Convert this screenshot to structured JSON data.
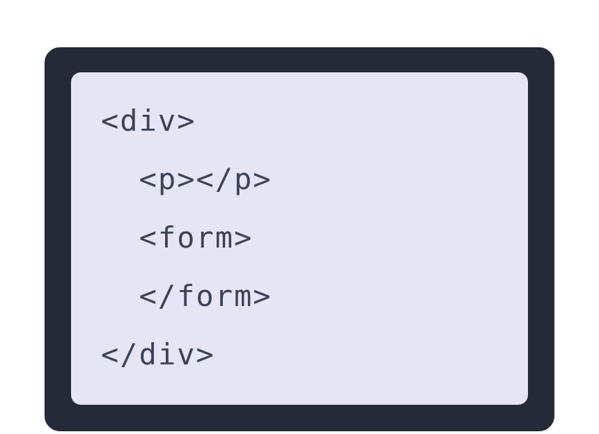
{
  "code_snippet": {
    "language": "html",
    "lines": [
      "<div>",
      "  <p></p>",
      "  <form>",
      "  </form>",
      "</div>"
    ]
  },
  "colors": {
    "page_bg": "#ffffff",
    "card_bg": "#262a38",
    "card_border": "#f5f5fa",
    "panel_bg": "#e5e5f6",
    "code_text": "#3e4257"
  }
}
